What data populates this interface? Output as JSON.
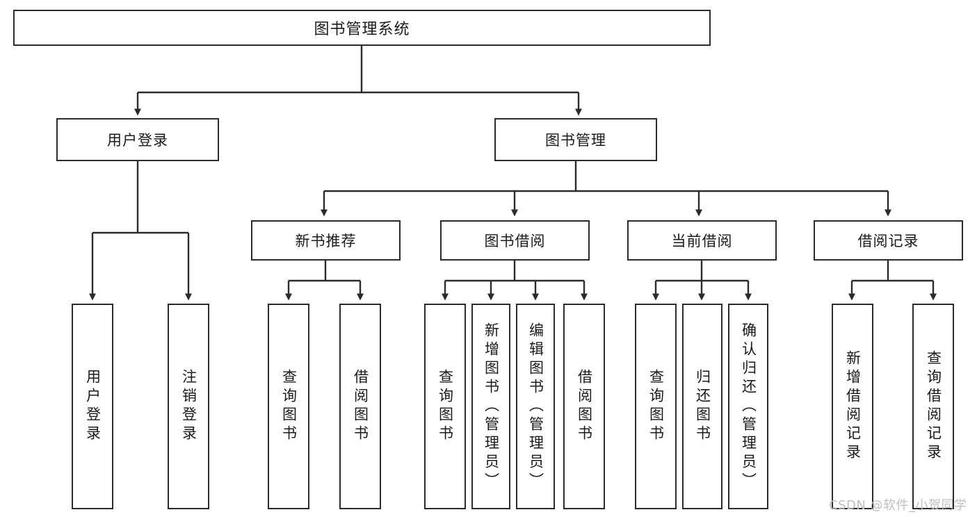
{
  "diagram": {
    "title": "图书管理系统",
    "type": "tree-hierarchy-diagram",
    "watermark": "CSDN @软件_小贺同学",
    "colors": {
      "box_border": "#2b2b2b",
      "box_fill": "#ffffff",
      "connector": "#2b2b2b",
      "text": "#1a1a1a",
      "watermark": "#bfbfbf",
      "background": "#ffffff"
    },
    "nodes": {
      "root": {
        "label": "图书管理系统"
      },
      "level1": [
        {
          "label": "用户登录"
        },
        {
          "label": "图书管理"
        }
      ],
      "level2": [
        {
          "label": "新书推荐"
        },
        {
          "label": "图书借阅"
        },
        {
          "label": "当前借阅"
        },
        {
          "label": "借阅记录"
        }
      ],
      "leaves": {
        "user_login": [
          {
            "label": "用户登录"
          },
          {
            "label": "注销登录"
          }
        ],
        "new_book_recommend": [
          {
            "label": "查询图书"
          },
          {
            "label": "借阅图书"
          }
        ],
        "book_borrow": [
          {
            "label": "查询图书"
          },
          {
            "label": "新增图书（管理员）"
          },
          {
            "label": "编辑图书（管理员）"
          },
          {
            "label": "借阅图书"
          }
        ],
        "current_borrow": [
          {
            "label": "查询图书"
          },
          {
            "label": "归还图书"
          },
          {
            "label": "确认归还（管理员）"
          }
        ],
        "borrow_records": [
          {
            "label": "新增借阅记录"
          },
          {
            "label": "查询借阅记录"
          }
        ]
      }
    }
  }
}
